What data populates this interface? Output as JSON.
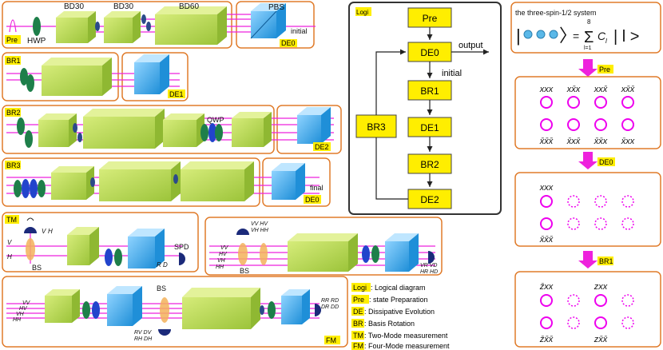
{
  "colors": {
    "box_border": "#e07b2a",
    "flow_border": "#333333",
    "yellow": "#ffee00",
    "crystal": "#b8d94a",
    "pbs": "#3fa9e8",
    "beam": "#ee22dd",
    "plate_green": "#1e7f4a",
    "plate_blue": "#2244cc",
    "arrow": "#ee22dd",
    "detector": "#1b2a7a",
    "circle": "#ee00ee"
  },
  "setup": {
    "pre": {
      "tag": "Pre",
      "hwp": "HWP",
      "bd1": "BD30",
      "bd2": "BD30",
      "bd3": "BD60",
      "pbs": "PBS",
      "initial": "initial",
      "de0": "DE0"
    },
    "br1": {
      "tag": "BR1",
      "de1": "DE1"
    },
    "br2": {
      "tag": "BR2",
      "qwp": "QWP",
      "de2": "DE2"
    },
    "br3": {
      "tag": "BR3",
      "final": "final",
      "de0": "DE0"
    },
    "tm": {
      "tag": "TM",
      "bs": "BS",
      "spd": "SPD",
      "v": "V",
      "h": "H",
      "v_out": "V",
      "h_out": "H",
      "rd": "R D"
    },
    "fm": {
      "tag": "FM",
      "bs_upper": "BS",
      "bs_lower": "BS",
      "in_labels": [
        "VV",
        "HV",
        "VH",
        "HH"
      ],
      "top_labels": [
        "VV HV",
        "VH HH"
      ],
      "left_labels": [
        "VV",
        "HV",
        "VH",
        "HH"
      ],
      "right_labels": [
        "VR VD",
        "HR HD"
      ],
      "bottom_labels": [
        "RV DV",
        "RH DH"
      ],
      "out_labels": [
        "RR RD",
        "DR DD"
      ]
    }
  },
  "flow": {
    "tag": "Logi",
    "nodes": [
      "Pre",
      "DE0",
      "BR1",
      "DE1",
      "BR2",
      "DE2",
      "BR3"
    ],
    "output": "output",
    "initial": "initial"
  },
  "legend": [
    {
      "key": "Logi",
      "text": ": Logical diagram"
    },
    {
      "key": "Pre",
      "text": ": state Preparation"
    },
    {
      "key": "DE",
      "text": ": Dissipative Evolution"
    },
    {
      "key": "BR",
      "text": ": Basis Rotation"
    },
    {
      "key": "TM",
      "text": ": Two-Mode measurement"
    },
    {
      "key": "FM",
      "text": ": Four-Mode measurement"
    }
  ],
  "right_panel": {
    "title": "the three-spin-1/2 system",
    "formula": {
      "eq": "=",
      "sum_top": "8",
      "sum_bottom": "l=1",
      "coef": "C",
      "sub": "l",
      "ket": "| l >"
    },
    "arrows": [
      "Pre",
      "DE0",
      "BR1"
    ],
    "box1": {
      "top": [
        "xxx",
        "xx̄x",
        "xxx̄",
        "xx̄x̄"
      ],
      "bottom": [
        "x̄x̄x̄",
        "x̄xx̄",
        "x̄x̄x",
        "x̄xx"
      ]
    },
    "box2": {
      "top": [
        "xxx"
      ],
      "bottom": [
        "x̄x̄x̄"
      ]
    },
    "box3": {
      "top": [
        "z̄xx",
        "zxx"
      ],
      "bottom": [
        "z̄x̄x̄",
        "zx̄x̄"
      ]
    }
  }
}
